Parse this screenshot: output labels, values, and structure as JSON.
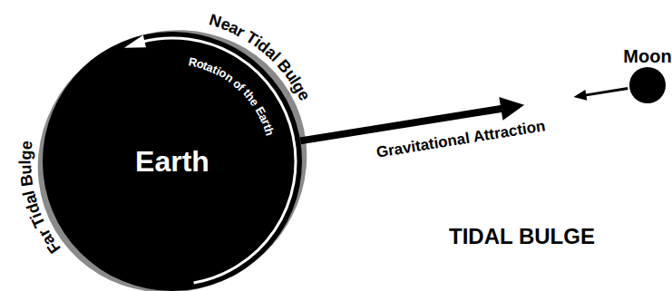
{
  "diagram": {
    "nodes": [
      {
        "text": [
          "Earth"
        ]
      },
      {
        "text": [
          "Moon"
        ]
      }
    ],
    "edges": [
      {
        "from": 0,
        "to": 1,
        "arrow": "both",
        "label": "Gravitational Attraction"
      }
    ],
    "labels": [
      "Near Tidal Bulge",
      "Far Tidal Bulge",
      "Rotation of the Earth",
      "TIDAL BULGE"
    ]
  }
}
